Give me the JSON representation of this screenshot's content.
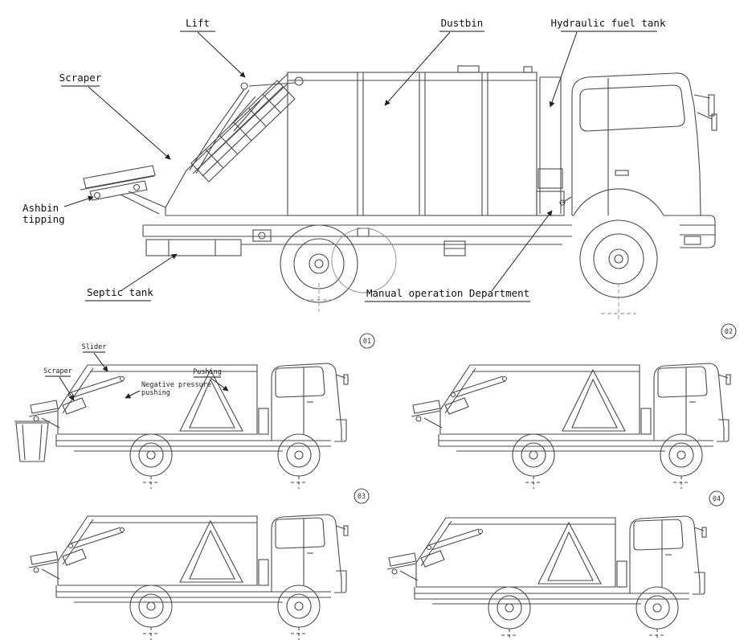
{
  "diagram": {
    "main": {
      "labels": {
        "lift": "Lift",
        "dustbin": "Dustbin",
        "hydraulic_fuel_tank": "Hydraulic fuel tank",
        "scraper": "Scraper",
        "ashbin_line1": "Ashbin",
        "ashbin_line2": "tipping",
        "septic_tank": "Septic tank",
        "manual_operation": "Manual operation Department"
      }
    },
    "stages": {
      "labels": {
        "slider": "Slider",
        "scraper": "Scraper",
        "neg_line1": "Negative pressure",
        "neg_line2": "pushing",
        "pushing": "Pushing"
      },
      "numbers": [
        "01",
        "02",
        "03",
        "04"
      ]
    },
    "colors": {
      "line": "#4a4a4a",
      "background": "#ffffff"
    }
  }
}
